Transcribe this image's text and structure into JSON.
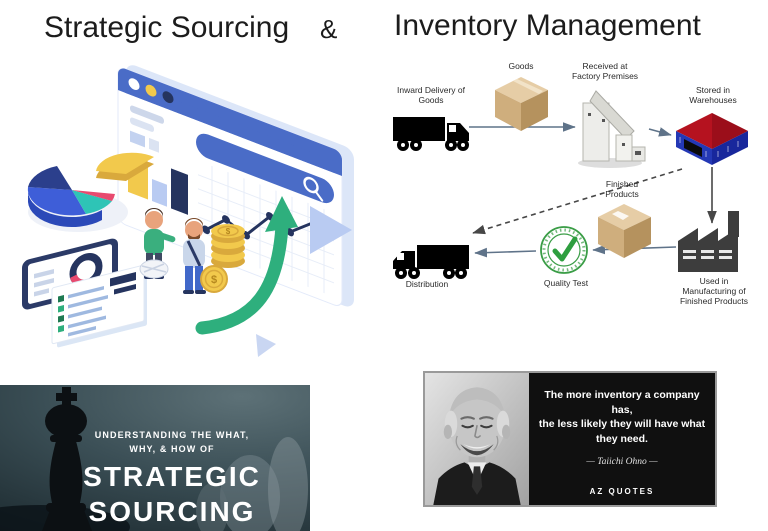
{
  "slide": {
    "title_left": "Strategic Sourcing",
    "title_ampersand": "&",
    "title_right": "Inventory Management"
  },
  "sourcing_illustration": {
    "coin_symbol": "$"
  },
  "inventory_flow": {
    "nodes": [
      {
        "id": "inward-delivery",
        "label": "Inward Delivery of Goods"
      },
      {
        "id": "goods",
        "label": "Goods"
      },
      {
        "id": "received-at-factory",
        "label": "Received at Factory Premises"
      },
      {
        "id": "stored-in-warehouses",
        "label": "Stored in Warehouses"
      },
      {
        "id": "finished-products",
        "label": "Finished Products"
      },
      {
        "id": "used-in-manufacturing",
        "label": "Used in Manufacturing of Finished Products"
      },
      {
        "id": "quality-test",
        "label": "Quality Test"
      },
      {
        "id": "distribution",
        "label": "Distribution"
      }
    ]
  },
  "sourcing_banner": {
    "kicker_line1": "UNDERSTANDING THE WHAT,",
    "kicker_line2": "WHY, & HOW OF",
    "headline_line1": "STRATEGIC",
    "headline_line2": "SOURCING"
  },
  "quote_card": {
    "quote_line1": "The more inventory a company has,",
    "quote_line2": "the less likely they will have what",
    "quote_line3": "they need.",
    "attribution": "— Taiichi Ohno —",
    "brand": "AZ QUOTES"
  },
  "colors": {
    "accent_blue": "#4a6cc7",
    "accent_navy": "#2b3f8c",
    "accent_teal": "#2ec4b6",
    "accent_green": "#2eaf7d",
    "accent_yellow": "#f2c94c",
    "accent_pink": "#e84a6f",
    "warehouse_red": "#b5121f",
    "warehouse_blue": "#2438b5",
    "stamp_green": "#3a9d46"
  }
}
